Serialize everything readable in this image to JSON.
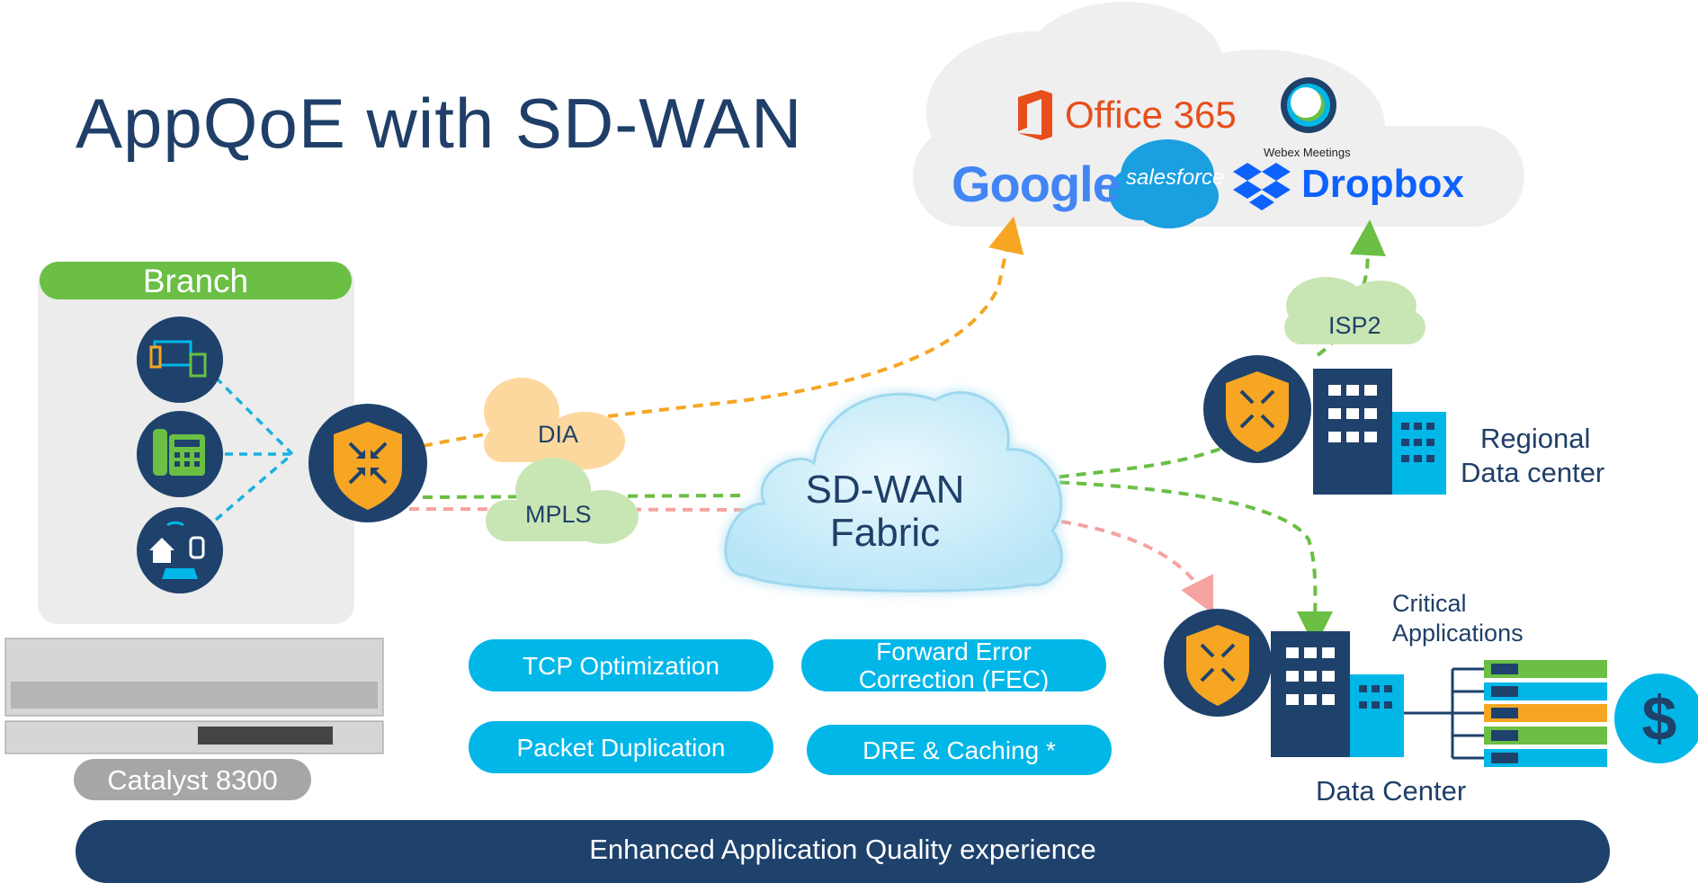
{
  "title": "AppQoE with SD-WAN",
  "branch": {
    "label": "Branch"
  },
  "device": {
    "label": "Catalyst 8300"
  },
  "clouds": {
    "dia": "DIA",
    "mpls": "MPLS",
    "sdwan_line1": "SD-WAN",
    "sdwan_line2": "Fabric",
    "isp2": "ISP2"
  },
  "saas": {
    "office": "Office 365",
    "google": "Google",
    "salesforce": "salesforce",
    "webex": "Webex Meetings",
    "dropbox": "Dropbox"
  },
  "sites": {
    "regional_line1": "Regional",
    "regional_line2": "Data center",
    "critical_line1": "Critical",
    "critical_line2": "Applications",
    "dc": "Data Center"
  },
  "features": {
    "tcp": "TCP Optimization",
    "fec_line1": "Forward Error",
    "fec_line2": "Correction (FEC)",
    "dup": "Packet Duplication",
    "dre": "DRE & Caching *"
  },
  "footer": "Enhanced Application Quality experience",
  "colors": {
    "navy": "#1f3f68",
    "green": "#6abf44",
    "cyan": "#00b7e8",
    "orange": "#f6a623",
    "salmon": "#f4a3a0",
    "footer_bar": "#1e426c"
  },
  "icons": [
    "devices-icon",
    "phone-icon",
    "iot-icon",
    "router-shield-icon",
    "building-icon",
    "server-rack-icon",
    "dollar-icon",
    "office365-icon",
    "webex-icon",
    "dropbox-icon"
  ]
}
